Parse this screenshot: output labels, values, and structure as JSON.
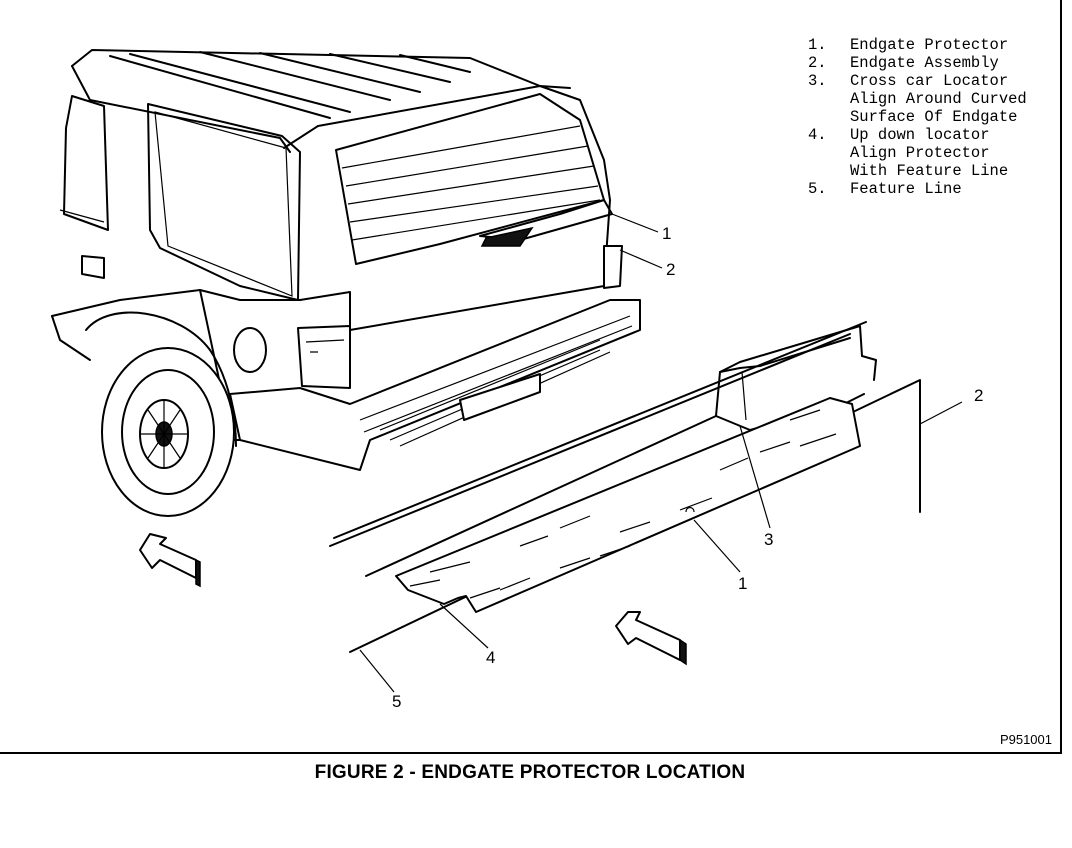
{
  "legend": [
    {
      "num": "1.",
      "lines": [
        "Endgate Protector"
      ]
    },
    {
      "num": "2.",
      "lines": [
        "Endgate Assembly"
      ]
    },
    {
      "num": "3.",
      "lines": [
        "Cross car Locator",
        "Align Around Curved",
        "Surface Of Endgate"
      ]
    },
    {
      "num": "4.",
      "lines": [
        "Up down locator",
        "Align Protector",
        "With Feature Line"
      ]
    },
    {
      "num": "5.",
      "lines": [
        "Feature Line"
      ]
    }
  ],
  "callouts": [
    "1",
    "2",
    "2",
    "3",
    "1",
    "4",
    "5"
  ],
  "figure_code": "P951001",
  "caption": "FIGURE 2 - ENDGATE PROTECTOR LOCATION"
}
